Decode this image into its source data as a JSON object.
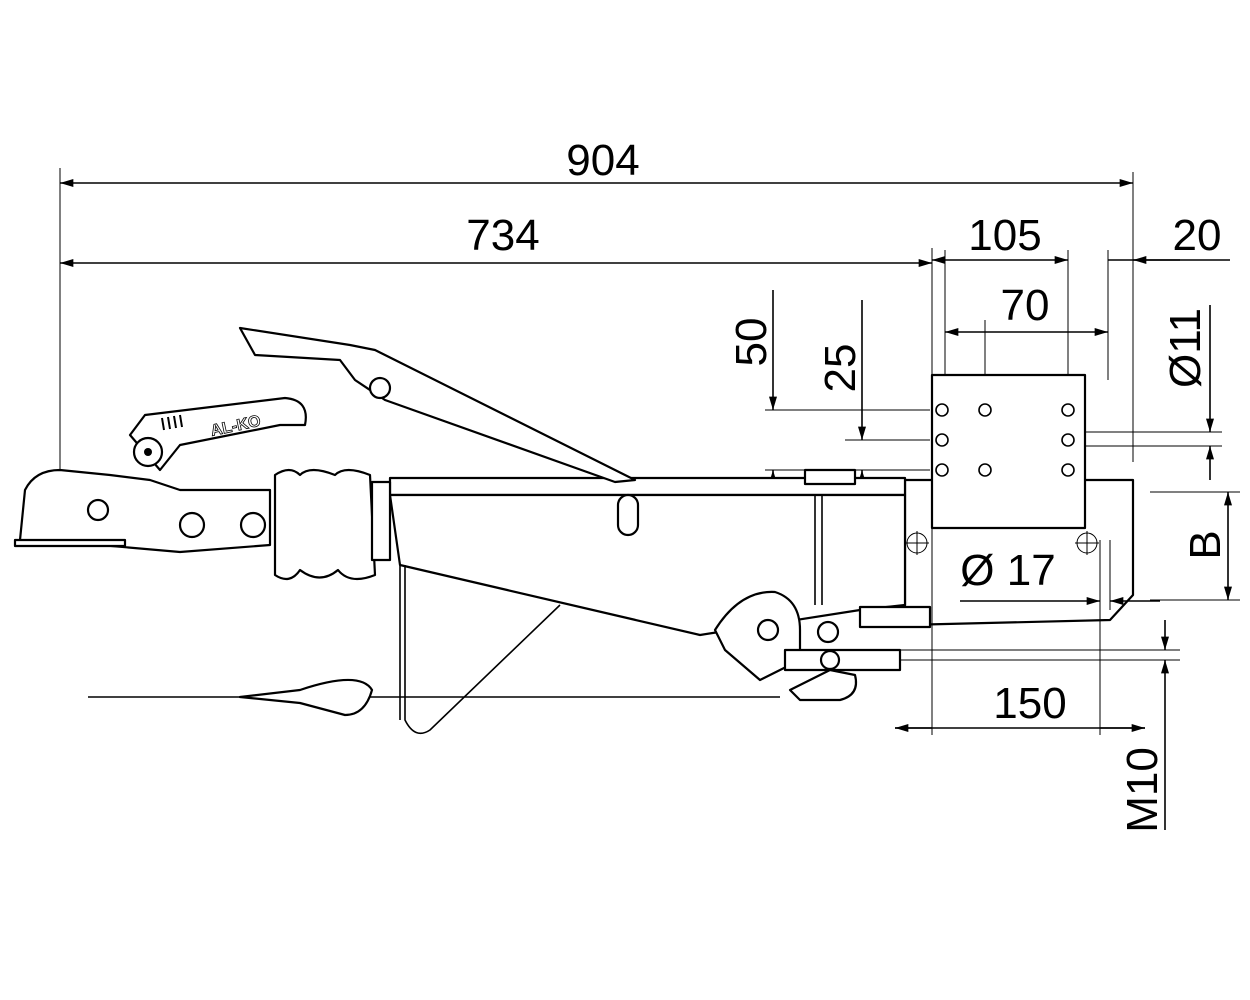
{
  "title": "AL-KO coupling drawbar dimension drawing",
  "logo_text": "AL-KO",
  "dimensions": {
    "overall_length": "904",
    "coupling_to_plate": "734",
    "plate_width": "105",
    "plate_offset": "20",
    "hole_spacing": "70",
    "height_50": "50",
    "height_25": "25",
    "hole_dia_small": "Ø11",
    "hole_dia_large": "Ø 17",
    "width_b": "B",
    "mount_150": "150",
    "thread": "M10"
  }
}
